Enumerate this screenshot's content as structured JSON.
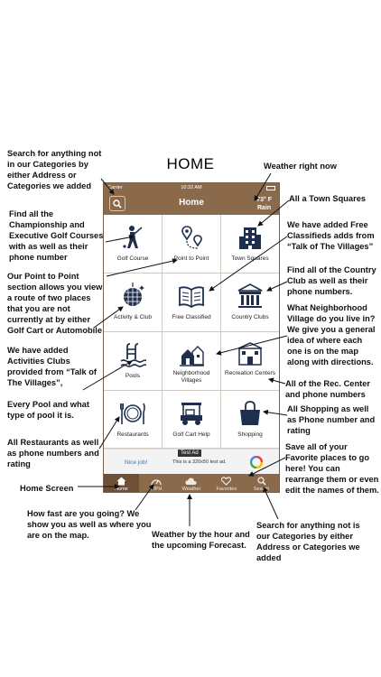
{
  "page_title": "HOME",
  "status_bar": {
    "carrier": "Carrier",
    "time": "10:32 AM"
  },
  "navbar": {
    "title": "Home",
    "temperature": "73° F",
    "condition": "Rain"
  },
  "grid": [
    {
      "label": "Golf Course",
      "icon": "golfer-icon"
    },
    {
      "label": "Point to Point",
      "icon": "map-pins-icon"
    },
    {
      "label": "Town Squares",
      "icon": "building-icon"
    },
    {
      "label": "Activity & Club",
      "icon": "disco-ball-icon"
    },
    {
      "label": "Free Classified",
      "icon": "book-icon"
    },
    {
      "label": "Country Clubs",
      "icon": "pavilion-icon"
    },
    {
      "label": "Pools",
      "icon": "pool-icon"
    },
    {
      "label": "Neighborhood Villages",
      "icon": "village-icon"
    },
    {
      "label": "Recreation Centers",
      "icon": "recreation-center-icon"
    },
    {
      "label": "Restaurants",
      "icon": "plate-cutlery-icon"
    },
    {
      "label": "Golf Cart Help",
      "icon": "golf-cart-icon"
    },
    {
      "label": "Shopping",
      "icon": "shopping-bag-icon"
    }
  ],
  "ad": {
    "tag": "Test Ad",
    "nice": "Nice job!",
    "text": "This is a 320x50 test ad."
  },
  "tabs": [
    {
      "label": "Home",
      "icon": "home-icon",
      "active": true
    },
    {
      "label": "MPH",
      "icon": "speedometer-icon",
      "active": false
    },
    {
      "label": "Weather",
      "icon": "cloud-icon",
      "active": false
    },
    {
      "label": "Favorites",
      "icon": "heart-icon",
      "active": false
    },
    {
      "label": "Search",
      "icon": "search-icon",
      "active": false
    }
  ],
  "annotations": {
    "search_left": "Search for anything not in our Categories by either Address or Categories we added",
    "weather_now": "Weather right now",
    "golf": "Find all the Championship and Executive Golf Courses with as well as their phone number",
    "town_squares": "All a Town Squares",
    "classifieds": "We have added Free Classifieds adds from “Talk of The Villages”",
    "point_to_point": "Our Point to Point section allows you view a route of two places that you are not currently at by either Golf Cart or Automobile",
    "country_club": "Find all of the Country Club as well as their phone numbers.",
    "neighborhood": "What Neighborhood Village do you live in? We give you a general idea of where each one is on the map along with directions.",
    "activities": "We have added Activities Clubs provided from “Talk of The Villages”,",
    "rec_center": "All of the Rec. Center and phone numbers",
    "pools": "Every Pool and what type of pool it is.",
    "shopping": "All Shopping as well as Phone number and rating",
    "restaurants": "All Restaurants as well as phone numbers and rating",
    "favorites": "Save all of your Favorite places to go here! You can rearrange them or even edit the names of them.",
    "home_screen": "Home Screen",
    "mph": "How fast are you going? We show you as well as where you are on the map.",
    "forecast": "Weather by the hour and the upcoming Forecast.",
    "search_bottom": "Search for anything not is our Categories by either Address or Categories we added"
  },
  "colors": {
    "brand_brown": "#8b6a4c",
    "tab_active": "#6e5037",
    "icon_navy": "#1e2f4d"
  }
}
